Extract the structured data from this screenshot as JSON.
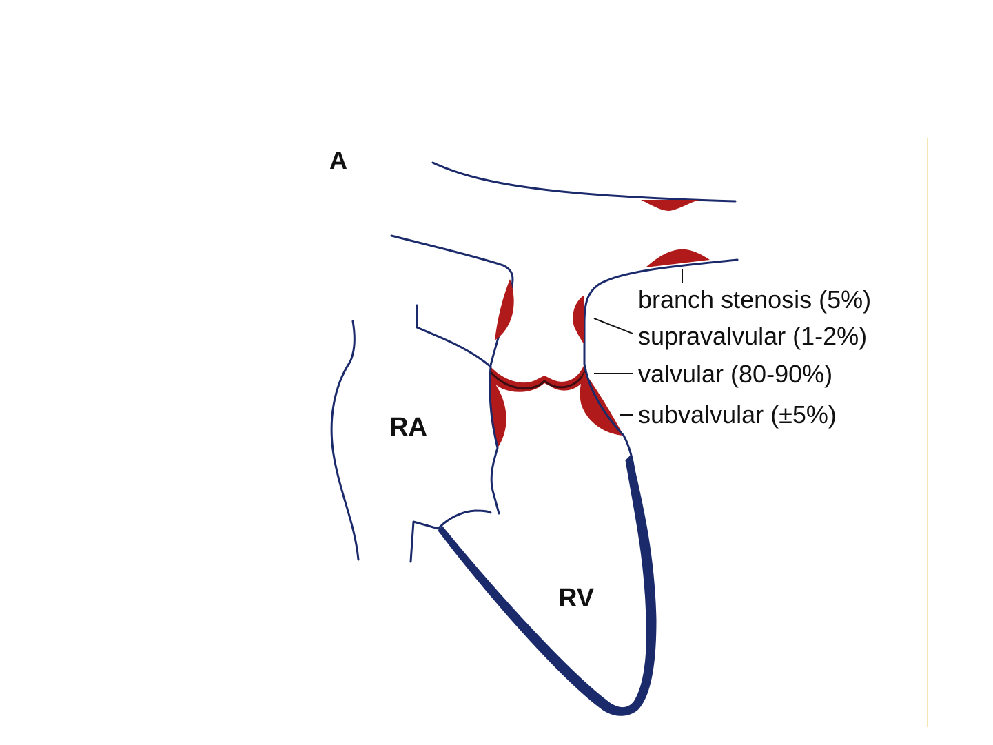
{
  "panel_label": "A",
  "chambers": {
    "right_atrium": "RA",
    "right_ventricle": "RV"
  },
  "callouts": [
    {
      "key": "branch",
      "text": "branch stenosis (5%)"
    },
    {
      "key": "supravalvular",
      "text": "supravalvular (1-2%)"
    },
    {
      "key": "valvular",
      "text": "valvular (80-90%)"
    },
    {
      "key": "subvalvular",
      "text": "subvalvular (±5%)"
    }
  ],
  "colors": {
    "outline": "#1b2a6b",
    "lesion": "#b11a1a",
    "text": "#111111"
  }
}
